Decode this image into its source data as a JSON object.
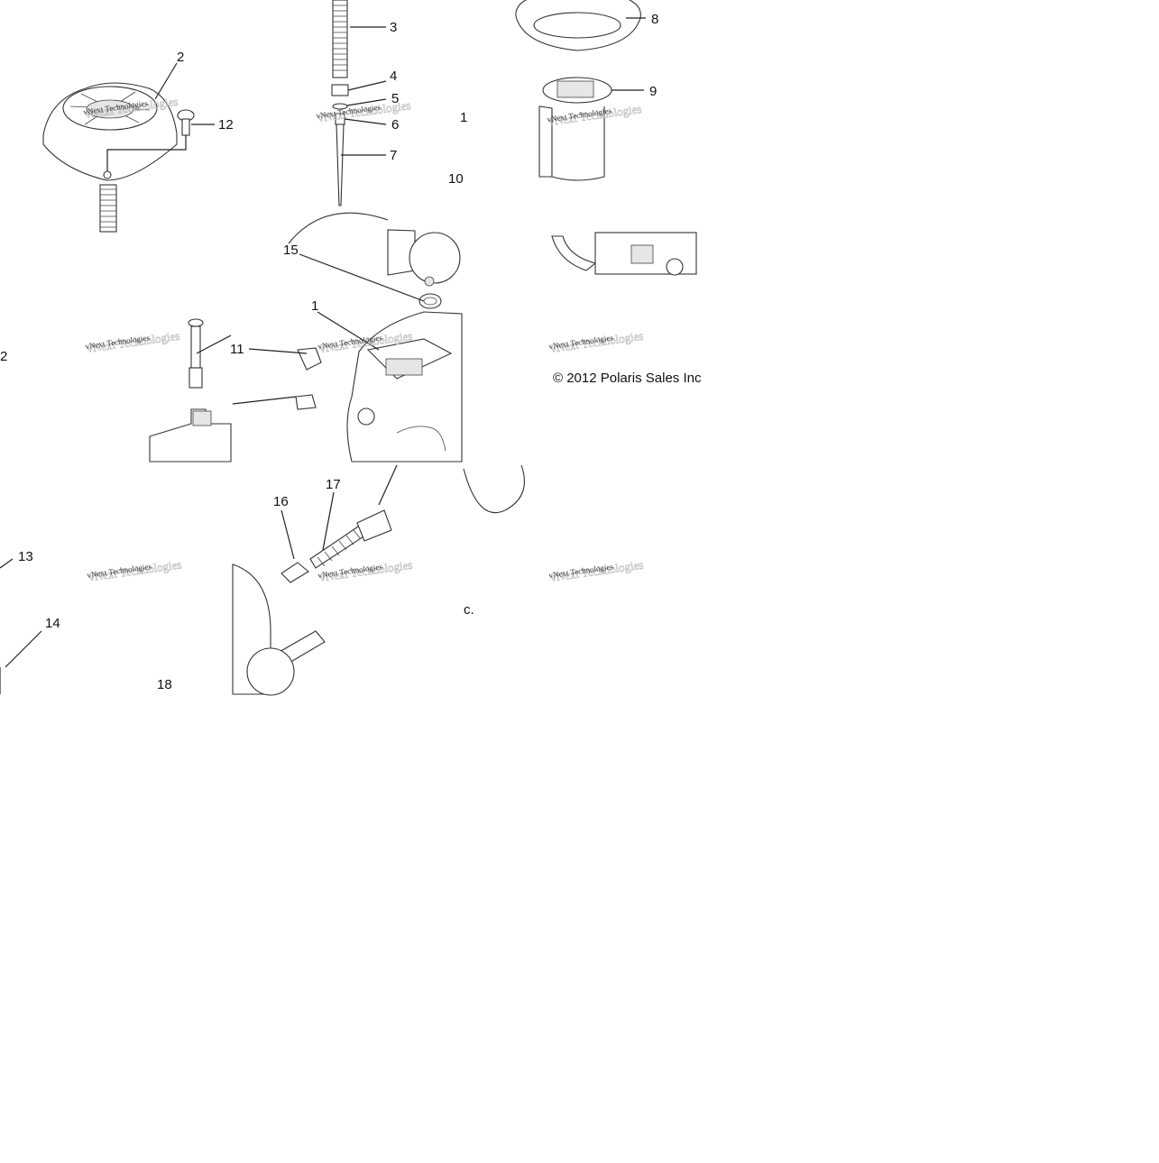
{
  "diagram": {
    "callouts": [
      {
        "id": "c1",
        "label": "1"
      },
      {
        "id": "c1b",
        "label": "1"
      },
      {
        "id": "c2",
        "label": "2"
      },
      {
        "id": "c2b",
        "label": "2"
      },
      {
        "id": "c3",
        "label": "3"
      },
      {
        "id": "c4",
        "label": "4"
      },
      {
        "id": "c5",
        "label": "5"
      },
      {
        "id": "c6",
        "label": "6"
      },
      {
        "id": "c7",
        "label": "7"
      },
      {
        "id": "c8",
        "label": "8"
      },
      {
        "id": "c9",
        "label": "9"
      },
      {
        "id": "c10",
        "label": "10"
      },
      {
        "id": "c11",
        "label": "11"
      },
      {
        "id": "c12",
        "label": "12"
      },
      {
        "id": "c13",
        "label": "13"
      },
      {
        "id": "c14",
        "label": "14"
      },
      {
        "id": "c15",
        "label": "15"
      },
      {
        "id": "c16",
        "label": "16"
      },
      {
        "id": "c17",
        "label": "17"
      },
      {
        "id": "c18",
        "label": "18"
      },
      {
        "id": "cc",
        "label": "c."
      }
    ],
    "watermark": {
      "line1": "vNext Technologies",
      "ghost": "vNext Technologies"
    },
    "copyright": "© 2012 Polaris Sales Inc"
  }
}
